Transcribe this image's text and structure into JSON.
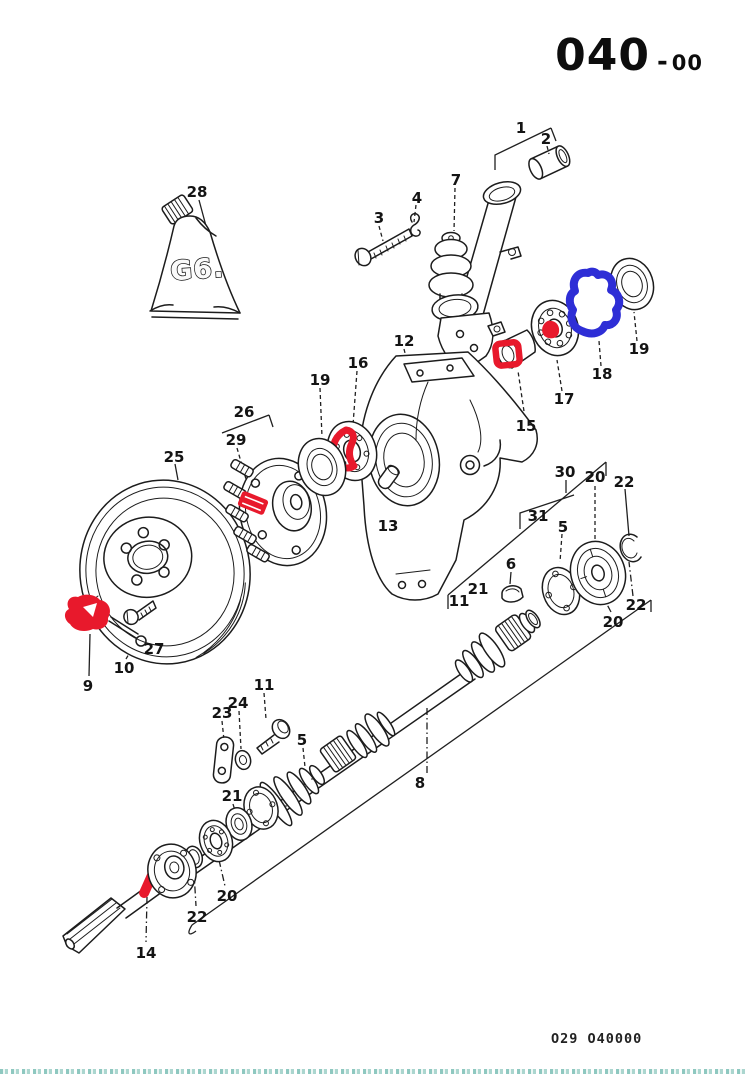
{
  "page": {
    "header_code": "040",
    "header_sep": "-",
    "header_suffix": "00",
    "footer_code": "O29 O40000",
    "divider_color": "#8ec8c0"
  },
  "diagram": {
    "description": "Exploded parts diagram: front axle, strut knuckle, brake drum, hub, bearings and drive shaft",
    "tube_label": "G6.",
    "callouts": [
      "1",
      "2",
      "7",
      "3",
      "4",
      "28",
      "12",
      "16",
      "19",
      "15",
      "17",
      "18",
      "19",
      "25",
      "26",
      "29",
      "13",
      "9",
      "10",
      "27",
      "23",
      "24",
      "11",
      "5",
      "21",
      "8",
      "14",
      "22",
      "20",
      "30",
      "31",
      "11",
      "21",
      "6",
      "5",
      "20",
      "22",
      "22",
      "20"
    ]
  },
  "annotations": {
    "red_color": "#e8192c",
    "blue_color": "#2e2ed6",
    "red_marks": [
      "nut-9",
      "wheel-stud-29",
      "bearing-16-ring",
      "bushing-15-square",
      "bearing-17-center",
      "shaft-14-stroke"
    ],
    "blue_marks": [
      "part-18-outline"
    ]
  }
}
